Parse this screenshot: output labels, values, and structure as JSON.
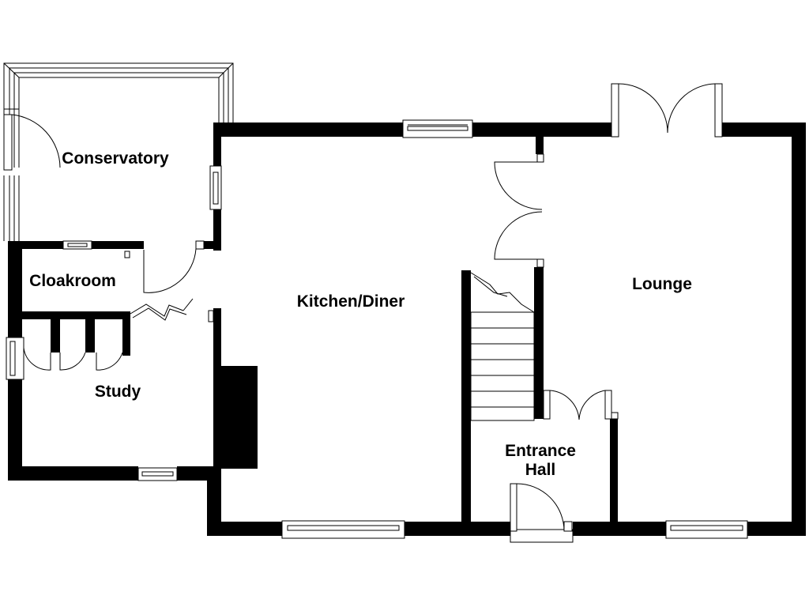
{
  "rooms": {
    "conservatory": "Conservatory",
    "cloakroom": "Cloakroom",
    "study": "Study",
    "kitchen": "Kitchen/Diner",
    "lounge": "Lounge",
    "entrance_line1": "Entrance",
    "entrance_line2": "Hall"
  },
  "colors": {
    "wall": "#000000",
    "background": "#ffffff"
  }
}
